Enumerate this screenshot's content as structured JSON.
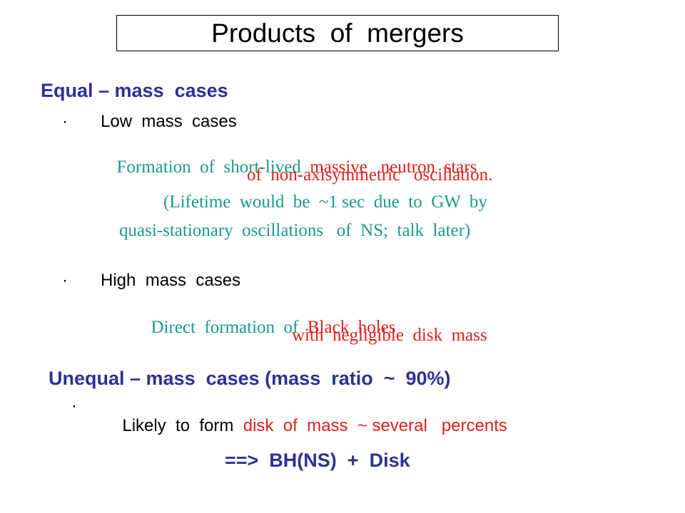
{
  "title": "Products  of  mergers",
  "colors": {
    "heading": "#2e3192",
    "teal": "#1a9a8a",
    "red": "#e0211c",
    "black": "#000000"
  },
  "equal": {
    "heading": "Equal – mass  cases",
    "low": {
      "bullet": "·",
      "label": "Low  mass  cases",
      "line1_teal": "Formation  of  short-lived",
      "line1_red": "massive   neutron  stars",
      "line2_red": "of  non-axisymmetric   oscillation.",
      "line3_teal": "(Lifetime  would  be  ~1 sec  due  to  GW  by",
      "line4_teal": "quasi-stationary  oscillations   of  NS;  talk  later)"
    },
    "high": {
      "bullet": "·",
      "label": "High  mass  cases",
      "line1_teal": "Direct  formation  of",
      "line1_red": "Black  holes",
      "line2_red": "with  negligible  disk  mass"
    }
  },
  "unequal": {
    "heading": "Unequal – mass  cases (mass  ratio  ~  90%)",
    "bullet": "·",
    "line_black": "Likely  to  form",
    "line_red": "disk  of  mass  ~ several   percents"
  },
  "conclusion": "==>  BH(NS)  +  Disk"
}
